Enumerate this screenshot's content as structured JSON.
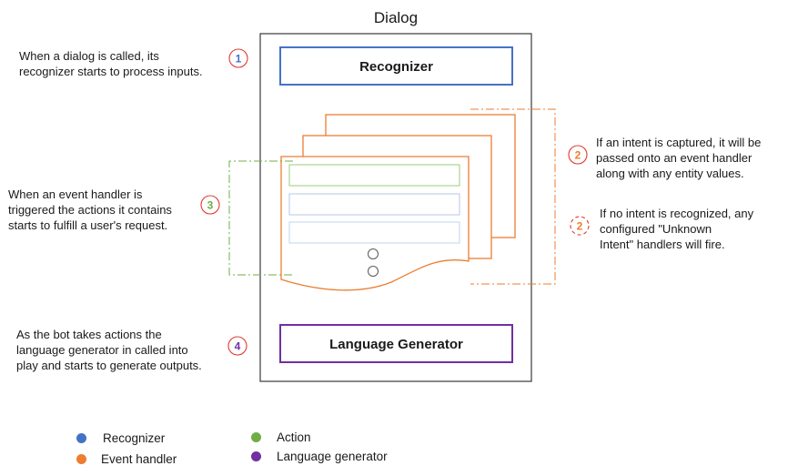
{
  "title": "Dialog",
  "recognizer_label": "Recognizer",
  "language_generator_label": "Language Generator",
  "steps": [
    {
      "number": "1",
      "lines": [
        "When a dialog is called, its",
        "recognizer starts to process inputs."
      ]
    },
    {
      "number": "2",
      "lines": [
        "If an intent is captured, it will be",
        "passed onto an event handler",
        "along with any entity values."
      ]
    },
    {
      "number": "2",
      "lines": [
        "If no intent is recognized, any",
        "configured \"Unknown",
        "Intent\" handlers will fire."
      ]
    },
    {
      "number": "3",
      "lines": [
        "When an event handler is",
        "triggered the actions it contains",
        "starts to fulfill a user's request."
      ]
    },
    {
      "number": "4",
      "lines": [
        "As the bot takes actions the",
        "language generator in called into",
        "play and starts to generate outputs."
      ]
    }
  ],
  "legend": [
    {
      "label": "Recognizer",
      "color": "#4472C4"
    },
    {
      "label": "Event handler",
      "color": "#ED7D31"
    },
    {
      "label": "Action",
      "color": "#70AD47"
    },
    {
      "label": "Language generator",
      "color": "#7030A0"
    }
  ],
  "colors": {
    "recognizer": "#4472C4",
    "event_handler": "#ED7D31",
    "action": "#70AD47",
    "language_generator": "#7030A0",
    "step_badge": "#E03C31"
  }
}
